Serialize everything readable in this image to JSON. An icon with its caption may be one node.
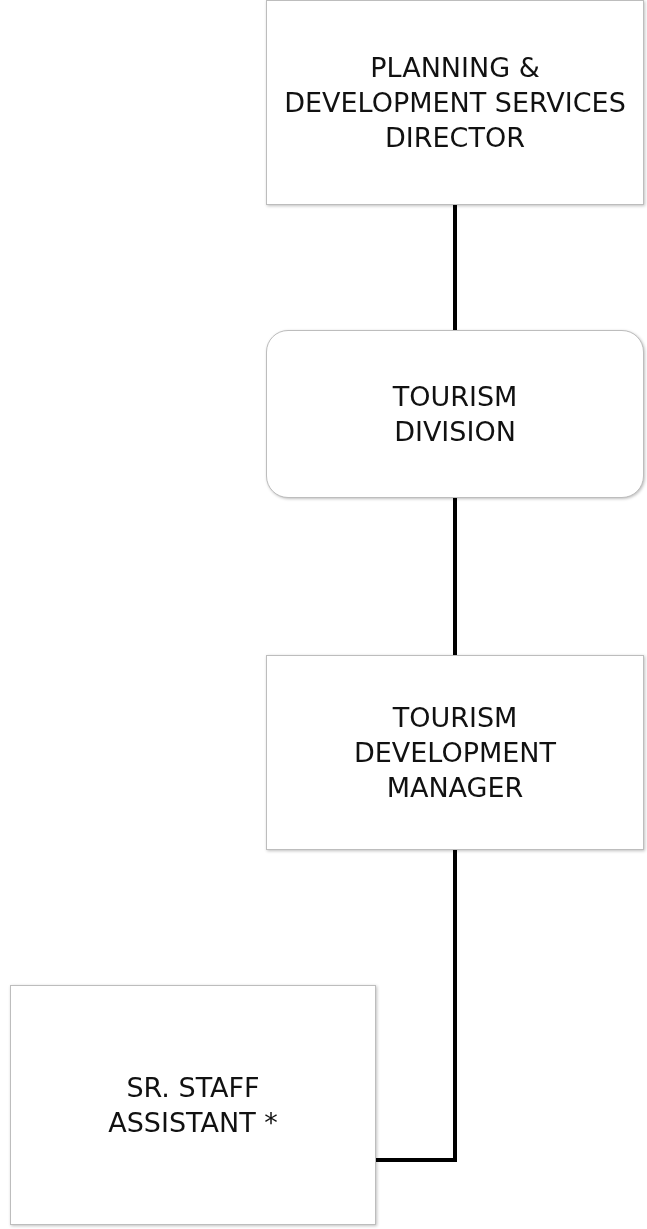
{
  "diagram": {
    "nodes": [
      {
        "text": [
          "PLANNING & DEVELOPMENT SERVICES DIRECTOR"
        ]
      },
      {
        "text": [
          "TOURISM DIVISION"
        ]
      },
      {
        "text": [
          "TOURISM DEVELOPMENT MANAGER"
        ]
      },
      {
        "text": [
          "SR. STAFF ASSISTANT *"
        ]
      }
    ],
    "edges": [
      {
        "from": 0,
        "to": 1,
        "arrow": "none"
      },
      {
        "from": 1,
        "to": 2,
        "arrow": "none"
      },
      {
        "from": 2,
        "to": 3,
        "arrow": "none"
      }
    ]
  }
}
